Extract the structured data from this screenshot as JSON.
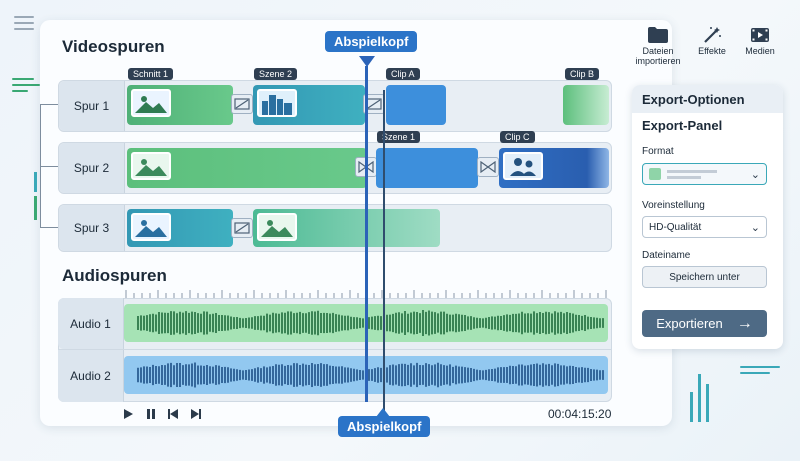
{
  "video_section": {
    "title": "Videospuren"
  },
  "audio_section": {
    "title": "Audiospuren"
  },
  "video_tracks": [
    {
      "label": "Spur 1"
    },
    {
      "label": "Spur 2"
    },
    {
      "label": "Spur 3"
    }
  ],
  "audio_tracks": [
    {
      "label": "Audio 1"
    },
    {
      "label": "Audio 2"
    }
  ],
  "clip_tags": {
    "schnitt1": "Schnitt 1",
    "szene2": "Szene 2",
    "clipA": "Clip A",
    "clipB": "Clip B",
    "szene1": "Szene 1",
    "clipC": "Clip C"
  },
  "playhead": {
    "top_label": "Abspielkopf",
    "bottom_label": "Abspielkopf"
  },
  "toolbar": {
    "import_label": "Dateien importieren",
    "effects_label": "Effekte",
    "media_label": "Medien"
  },
  "transport": {
    "timecode": "00:04:15:20"
  },
  "export_panel": {
    "header": "Export-Optionen",
    "title": "Export-Panel",
    "format_label": "Format",
    "preset_label": "Voreinstellung",
    "preset_value": "HD-Qualität",
    "filename_label": "Dateiname",
    "save_as_label": "Speichern unter",
    "export_label": "Exportieren"
  },
  "colors": {
    "clip_green": "#5cbf7c",
    "clip_teal": "#3aa6b8",
    "clip_blue": "#3d8fdc",
    "audio_green": "#9fe0b0",
    "audio_blue": "#8ec5ef",
    "playhead": "#2b63b8"
  }
}
